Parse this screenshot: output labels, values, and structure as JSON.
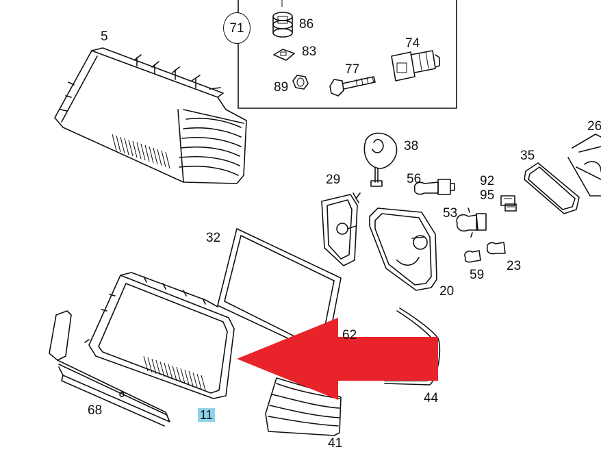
{
  "diagram": {
    "accent_arrow_color": "#e8232a",
    "highlight_color": "#8fd3ea",
    "callouts": {
      "c71": "71",
      "c86": "86",
      "c83": "83",
      "c89": "89",
      "c77": "77",
      "c74": "74",
      "c5": "5",
      "c38": "38",
      "c26": "26",
      "c35": "35",
      "c29": "29",
      "c56": "56",
      "c92": "92",
      "c95": "95",
      "c53": "53",
      "c32": "32",
      "c59": "59",
      "c23": "23",
      "c20": "20",
      "c62": "62",
      "c44": "44",
      "c68": "68",
      "c11": "11",
      "c41": "41"
    }
  }
}
